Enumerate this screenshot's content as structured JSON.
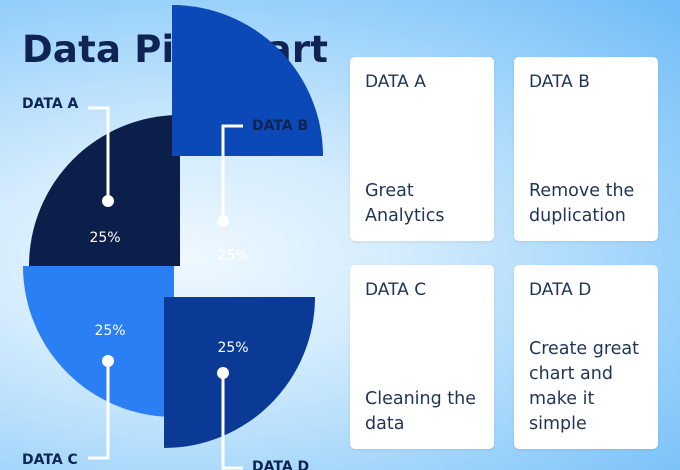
{
  "title": "Data Pie Chart",
  "colors": {
    "navy": "#0b1f4a",
    "royal": "#0b49b8",
    "sky": "#2a7ff5",
    "cobalt": "#0a3a95",
    "leader": "#ffffff",
    "label": "#0f2452"
  },
  "chart_data": {
    "type": "pie",
    "title": "Data Pie Chart",
    "slices": [
      {
        "name": "DATA A",
        "value": 25,
        "label": "25%",
        "color": "#0b1f4a"
      },
      {
        "name": "DATA B",
        "value": 25,
        "label": "25%",
        "color": "#0b49b8"
      },
      {
        "name": "DATA C",
        "value": 25,
        "label": "25%",
        "color": "#2a7ff5"
      },
      {
        "name": "DATA D",
        "value": 25,
        "label": "25%",
        "color": "#0a3a95"
      }
    ]
  },
  "cards": [
    {
      "title": "DATA A",
      "desc_lines": [
        "Great",
        "Analytics"
      ]
    },
    {
      "title": "DATA B",
      "desc_lines": [
        "Remove the",
        "duplication"
      ]
    },
    {
      "title": "DATA C",
      "desc_lines": [
        "Cleaning the",
        "data"
      ]
    },
    {
      "title": "DATA D",
      "desc_lines": [
        "Create great",
        "chart and",
        "make it",
        "simple"
      ]
    }
  ]
}
